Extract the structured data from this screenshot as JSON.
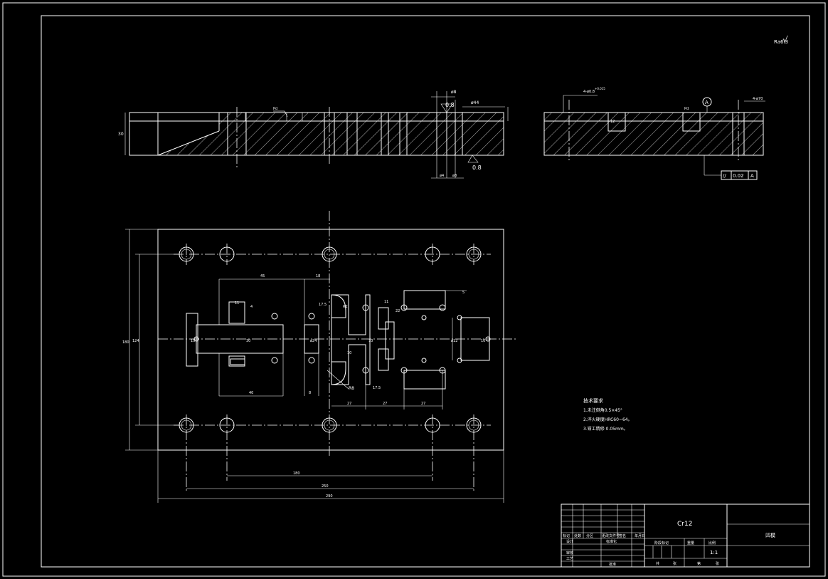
{
  "colors": {
    "background": "#000000",
    "line": "#ffffff"
  },
  "roughness": {
    "corner": "Ra6.3",
    "sym": "√",
    "r1": "0.8",
    "r2": "0.8",
    "p1": "Pd",
    "p2": "Pd"
  },
  "front_view": {
    "thickness": "30",
    "d_small": "ø8",
    "d_big": "ø44",
    "n1": "ø4",
    "n2": "ø8"
  },
  "side_view": {
    "holes": "4-ø0.8",
    "holes_sup": "+0.015",
    "hole_right": "4-ø70",
    "datum": "A",
    "tol_sym": "//",
    "tol_val": "0.02",
    "tol_ref": "A",
    "depth": "12"
  },
  "plan_view": {
    "dims": {
      "d_width1": "45",
      "d_width2": "18",
      "d_175a": "17.5",
      "d_11a": "11",
      "d_11b": "11",
      "d_22": "22",
      "d_4": "4",
      "d_r": "R2",
      "d_ph": "ø12",
      "d_40": "40",
      "d_8": "8",
      "d_175b": "17.5",
      "d_27a": "27",
      "d_27b": "27",
      "d_27c": "27",
      "d_R8": "R8",
      "d_10": "10",
      "d_5": "5",
      "d_v10": "10",
      "d_v10b": "10",
      "d_v10c": "10",
      "d_v24": "ø24",
      "d_180": "180",
      "d_250": "250",
      "d_290": "290",
      "d_h180": "180",
      "d_h124": "124",
      "d_v30": "30"
    }
  },
  "notes": {
    "title": "技术要求",
    "line1": "1.未注倒角0.5×45°",
    "line2": "2.淬火硬度HRC60~64。",
    "line3": "3.钳工精修 0.05mm。"
  },
  "title_block": {
    "material": "Cr12",
    "part_name": "凹模",
    "scale_value": "1:1",
    "h_mark": "标记",
    "h_count": "处数",
    "h_zone": "分区",
    "h_docno": "更改文件号",
    "h_sign": "签名",
    "h_date": "年月日",
    "h_design": "设计",
    "h_std": "标准化",
    "h_check": "审核",
    "h_process": "工艺",
    "h_approve": "批准",
    "h_stage": "阶段标记",
    "h_weight": "重量",
    "h_scale": "比例",
    "h_total": "共",
    "h_sheet": "张",
    "h_sheet2": "第",
    "h_sheet3": "张"
  }
}
